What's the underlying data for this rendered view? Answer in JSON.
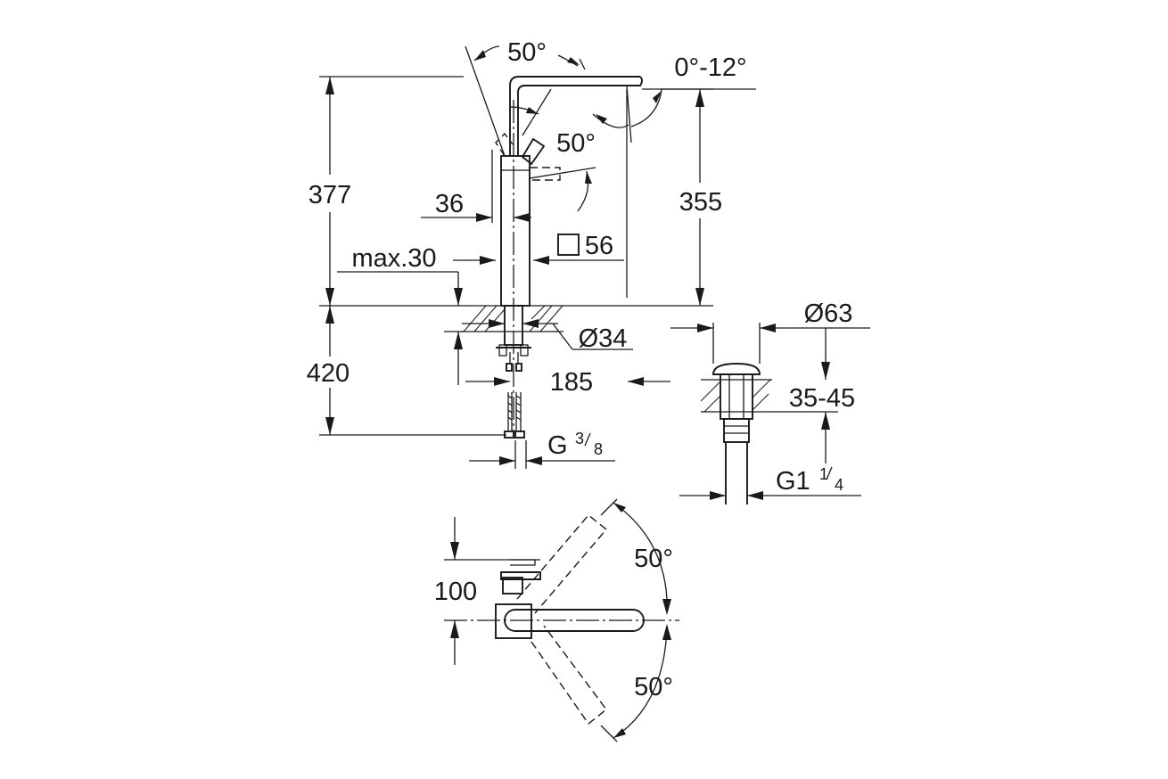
{
  "drawing": {
    "front_view": {
      "total_height": "377",
      "spout_height": "355",
      "handle_angle": "50°",
      "handle_angle_2": "50°",
      "spout_tilt": "0°-12°",
      "lever_width": "36",
      "body_square": "56",
      "max_counter_thickness": "max.30",
      "mounting_hole": "Ø34",
      "projection": "185",
      "hose_length": "420",
      "hose_thread_base": "G",
      "hose_thread_num": "3",
      "hose_thread_den": "8"
    },
    "waste_valve": {
      "diameter": "Ø63",
      "counter_range": "35-45",
      "thread_base": "G1",
      "thread_num": "1",
      "thread_den": "4"
    },
    "top_view": {
      "offset": "100",
      "swivel_left": "50°",
      "swivel_right": "50°"
    }
  }
}
